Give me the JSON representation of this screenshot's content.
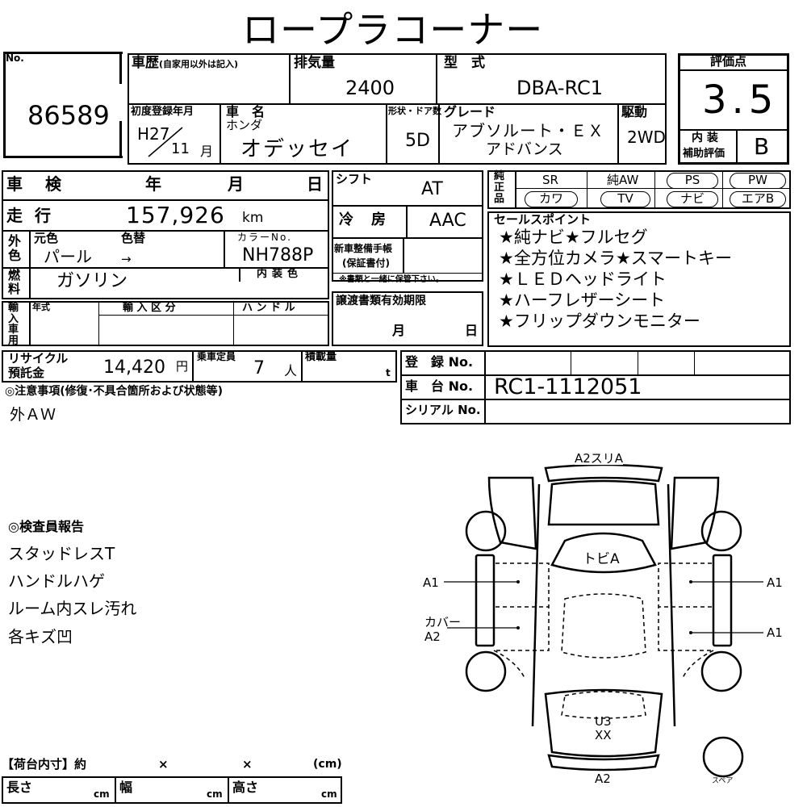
{
  "title": "ロープラコーナー",
  "lot": {
    "label": "No.",
    "number": "86589"
  },
  "history": {
    "label": "車歴",
    "sub": "(自家用以外は記入)"
  },
  "displacement": {
    "label": "排気量",
    "value": "2400"
  },
  "model": {
    "label": "型　式",
    "value": "DBA-RC1"
  },
  "score": {
    "label": "評価点",
    "value": "3.5",
    "interior_label1": "内 装",
    "interior_label2": "補助評価",
    "interior_value": "B"
  },
  "first_reg": {
    "label": "初度登録年月",
    "year": "H27",
    "month": "11",
    "month_unit": "月"
  },
  "car_name": {
    "label": "車　名",
    "maker": "ホンダ",
    "name": "オデッセイ"
  },
  "doors": {
    "label": "形状・ドア数",
    "value": "5D"
  },
  "grade": {
    "label": "グレード",
    "line1": "アブソルート・ＥＸ",
    "line2": "アドバンス"
  },
  "drive": {
    "label": "駆動",
    "value": "2WD"
  },
  "inspection": {
    "label": "車　検",
    "year": "年",
    "month": "月",
    "day": "日"
  },
  "shift": {
    "label": "シフト",
    "value": "AT"
  },
  "equipment": {
    "label": "純正品",
    "items": [
      "SR",
      "純AW",
      "PS",
      "PW",
      "カワ",
      "TV",
      "ナビ",
      "エアB"
    ]
  },
  "mileage": {
    "label": "走 行",
    "value": "157,926",
    "unit": "km"
  },
  "ac": {
    "label": "冷　房",
    "value": "AAC"
  },
  "exterior_color": {
    "side": "外色",
    "orig_label": "元色",
    "change_label": "色替",
    "orig": "パール",
    "arrow": "→",
    "code_label": "カラーNo.",
    "code": "NH788P"
  },
  "fuel": {
    "side": "燃料",
    "value": "ガソリン",
    "interior_color_label": "内装色"
  },
  "new_car_book": {
    "label1": "新車整備手帳",
    "label2": "(保証書付)",
    "note": "※書類と一緒に保管下さい。"
  },
  "import": {
    "side": "輸入車用",
    "year_label": "年式",
    "class_label": "輸 入 区 分",
    "handle_label": "ハ ン ド ル"
  },
  "transfer": {
    "label": "譲渡書類有効期限",
    "month": "月",
    "day": "日"
  },
  "sales_points": {
    "label": "セールスポイント",
    "items": [
      "★純ナビ★フルセグ",
      "★全方位カメラ★スマートキー",
      "★ＬＥＤヘッドライト",
      "★ハーフレザーシート",
      "★フリップダウンモニター"
    ]
  },
  "recycle": {
    "label1": "リサイクル",
    "label2": "預託金",
    "value": "14,420",
    "unit": "円"
  },
  "capacity": {
    "label": "乗車定員",
    "value": "7",
    "unit": "人"
  },
  "load": {
    "label": "積載量",
    "unit": "t"
  },
  "registration": {
    "label": "登　録 No.",
    "chassis_label": "車　台 No.",
    "chassis": "RC1-1112051",
    "serial_label": "シリアル No."
  },
  "notes": {
    "label": "◎注意事項(修復･不具合箇所および状態等)",
    "text": "外ＡＷ"
  },
  "inspector": {
    "label": "◎検査員報告",
    "items": [
      "スタッドレスT",
      "ハンドルハゲ",
      "ルーム内スレ汚れ",
      "各キズ凹"
    ]
  },
  "diagram": {
    "front": "A2スリA",
    "roof": "トビA",
    "left_upper": "A1",
    "left_lower1": "カバー",
    "left_lower2": "A2",
    "right_upper": "A1",
    "right_lower": "A1",
    "rear1": "U3",
    "rear2": "XX",
    "bottom": "A2",
    "spare": "スペア"
  },
  "cargo": {
    "label": "【荷台内寸】約",
    "x1": "×",
    "x2": "×",
    "unit": "(cm)",
    "length": "長さ",
    "width": "幅",
    "height": "高さ",
    "cm": "cm"
  }
}
